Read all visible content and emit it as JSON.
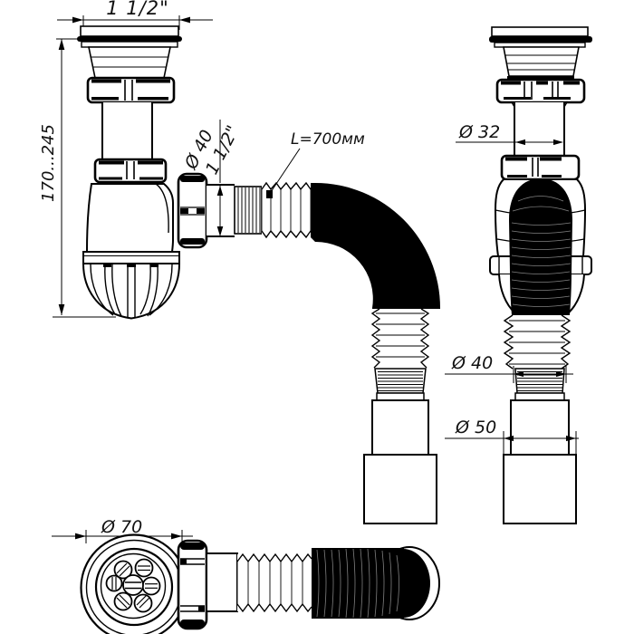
{
  "drawing": {
    "type": "technical-diagram",
    "subject": "bottle trap siphon with flexible corrugated hose",
    "background_color": "#ffffff",
    "line_color": "#000000"
  },
  "labels": {
    "flange_thread": "1 1/2\"",
    "height_range": "170...245",
    "outlet_diameter": "Ø 40",
    "outlet_thread": "1 1/2\"",
    "hose_length": "L=700мм",
    "pipe_diameter": "Ø 32",
    "hose_end_small_diameter": "Ø 40",
    "hose_end_large_diameter": "Ø 50",
    "grate_diameter": "Ø 70"
  }
}
